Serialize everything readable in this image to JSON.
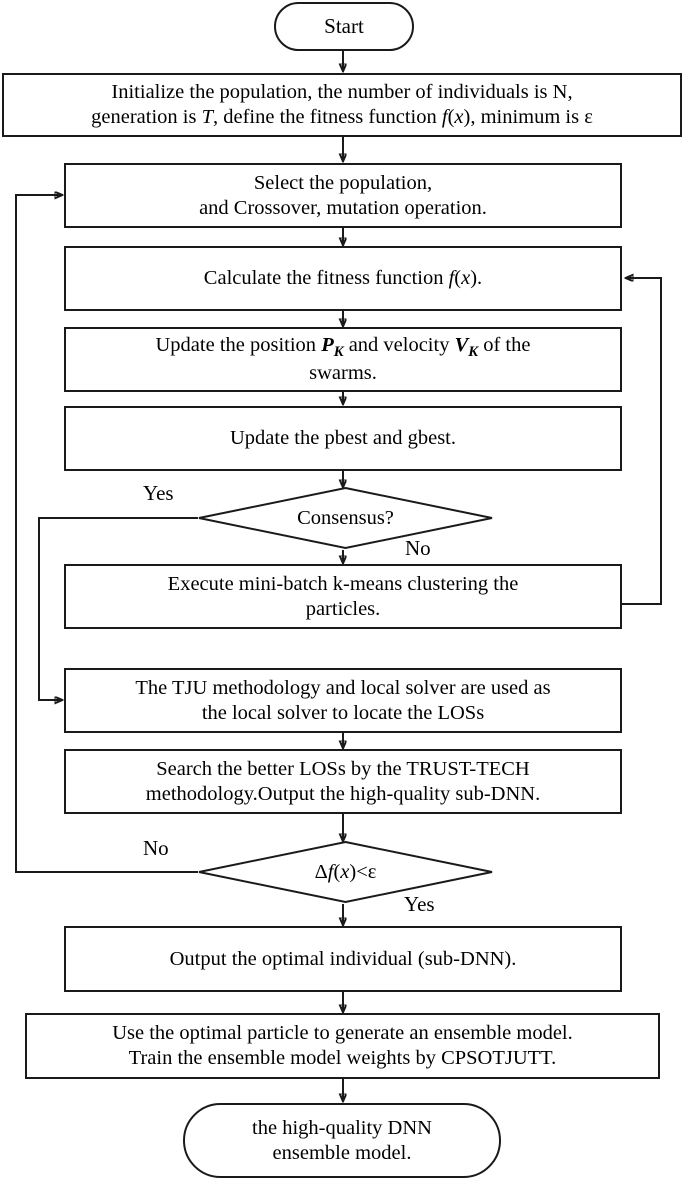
{
  "diagram": {
    "type": "flowchart",
    "title": "CPSOTJUTT DNN ensemble training flowchart",
    "nodes": [
      {
        "id": "start",
        "shape": "terminator",
        "label": "Start"
      },
      {
        "id": "initialize",
        "shape": "process",
        "line1": "Initialize the population, the number of individuals is N,",
        "line2_a": "generation is ",
        "line2_var1": "T",
        "line2_b": ", define the fitness function ",
        "line2_f": "f",
        "line2_c": "(",
        "line2_x": "x",
        "line2_d": "), minimum is ε"
      },
      {
        "id": "select-population",
        "shape": "process",
        "line1": "Select the population,",
        "line2": "and Crossover, mutation operation."
      },
      {
        "id": "calculate-fitness",
        "shape": "process",
        "text_a": "Calculate the fitness function ",
        "text_f": "f",
        "text_b": "(",
        "text_x": "x",
        "text_c": ")."
      },
      {
        "id": "update-position-velocity",
        "shape": "process",
        "line1_a": "Update the position ",
        "line1_var1": "P",
        "line1_sub1": "K",
        "line1_b": " and velocity ",
        "line1_var2": "V",
        "line1_sub2": "K",
        "line1_c": " of the",
        "line2": "swarms."
      },
      {
        "id": "update-pbest-gbest",
        "shape": "process",
        "text": "Update the pbest and gbest."
      },
      {
        "id": "consensus-decision",
        "shape": "decision",
        "label": "Consensus?",
        "yes_label": "Yes",
        "no_label": "No"
      },
      {
        "id": "kmeans-clustering",
        "shape": "process",
        "line1": "Execute mini-batch k-means clustering the",
        "line2": "particles."
      },
      {
        "id": "tju-local-solver",
        "shape": "process",
        "line1": "The TJU methodology and local solver are used as",
        "line2": "the local solver to locate the LOSs"
      },
      {
        "id": "search-better-loss",
        "shape": "process",
        "line1": "Search the better LOSs by the TRUST-TECH",
        "line2": "methodology.Output the high-quality sub-DNN."
      },
      {
        "id": "convergence-decision",
        "shape": "decision",
        "label_delta": "Δ",
        "label_f": "f",
        "label_open": "(",
        "label_x": "x",
        "label_rest": ")<ε",
        "no_label": "No",
        "yes_label": "Yes"
      },
      {
        "id": "output-optimal-individual",
        "shape": "process",
        "text": "Output the optimal individual (sub-DNN)."
      },
      {
        "id": "ensemble-model",
        "shape": "process",
        "line1": "Use the optimal particle to generate an ensemble model.",
        "line2": "Train the ensemble model weights by CPSOTJUTT."
      },
      {
        "id": "end",
        "shape": "terminator",
        "line1": "the high-quality DNN",
        "line2": "ensemble model."
      }
    ],
    "edge_labels": {
      "consensus_yes": "Yes",
      "consensus_no": "No",
      "convergence_no": "No",
      "convergence_yes": "Yes"
    },
    "colors": {
      "stroke": "#1a1a1a",
      "background": "#ffffff",
      "text": "#000000"
    }
  }
}
